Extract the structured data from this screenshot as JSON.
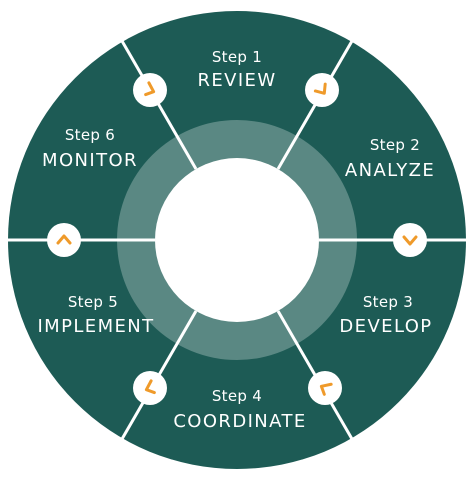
{
  "colors": {
    "ring": "#1d5b55",
    "inner_ring": "#5a8883",
    "separator": "#ffffff",
    "arrow": "#ef9a2a",
    "badge_bg": "#ffffff"
  },
  "steps": [
    {
      "step_label": "Step 1",
      "name": "REVIEW"
    },
    {
      "step_label": "Step 2",
      "name": "ANALYZE"
    },
    {
      "step_label": "Step 3",
      "name": "DEVELOP"
    },
    {
      "step_label": "Step 4",
      "name": "COORDINATE"
    },
    {
      "step_label": "Step 5",
      "name": "IMPLEMENT"
    },
    {
      "step_label": "Step 6",
      "name": "MONITOR"
    }
  ],
  "arrow_icons": [
    "chevron-right-icon",
    "chevron-down-icon",
    "chevron-down-icon",
    "chevron-left-icon",
    "chevron-left-icon",
    "chevron-up-icon"
  ]
}
